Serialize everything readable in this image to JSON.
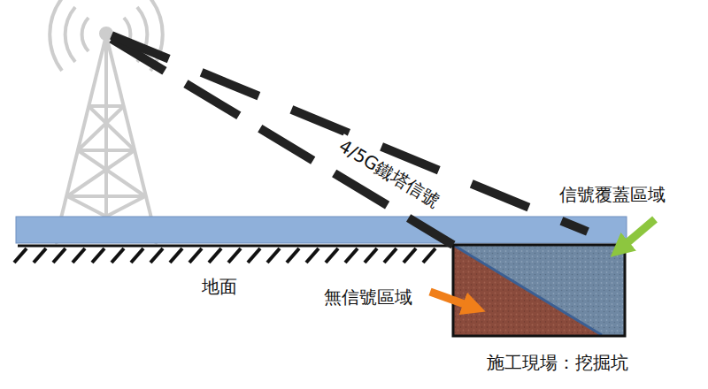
{
  "diagram": {
    "labels": [
      "4/5G鐵塔信號",
      "信號覆蓋區域",
      "地面",
      "無信號區域",
      "施工現場：挖掘坑"
    ]
  }
}
